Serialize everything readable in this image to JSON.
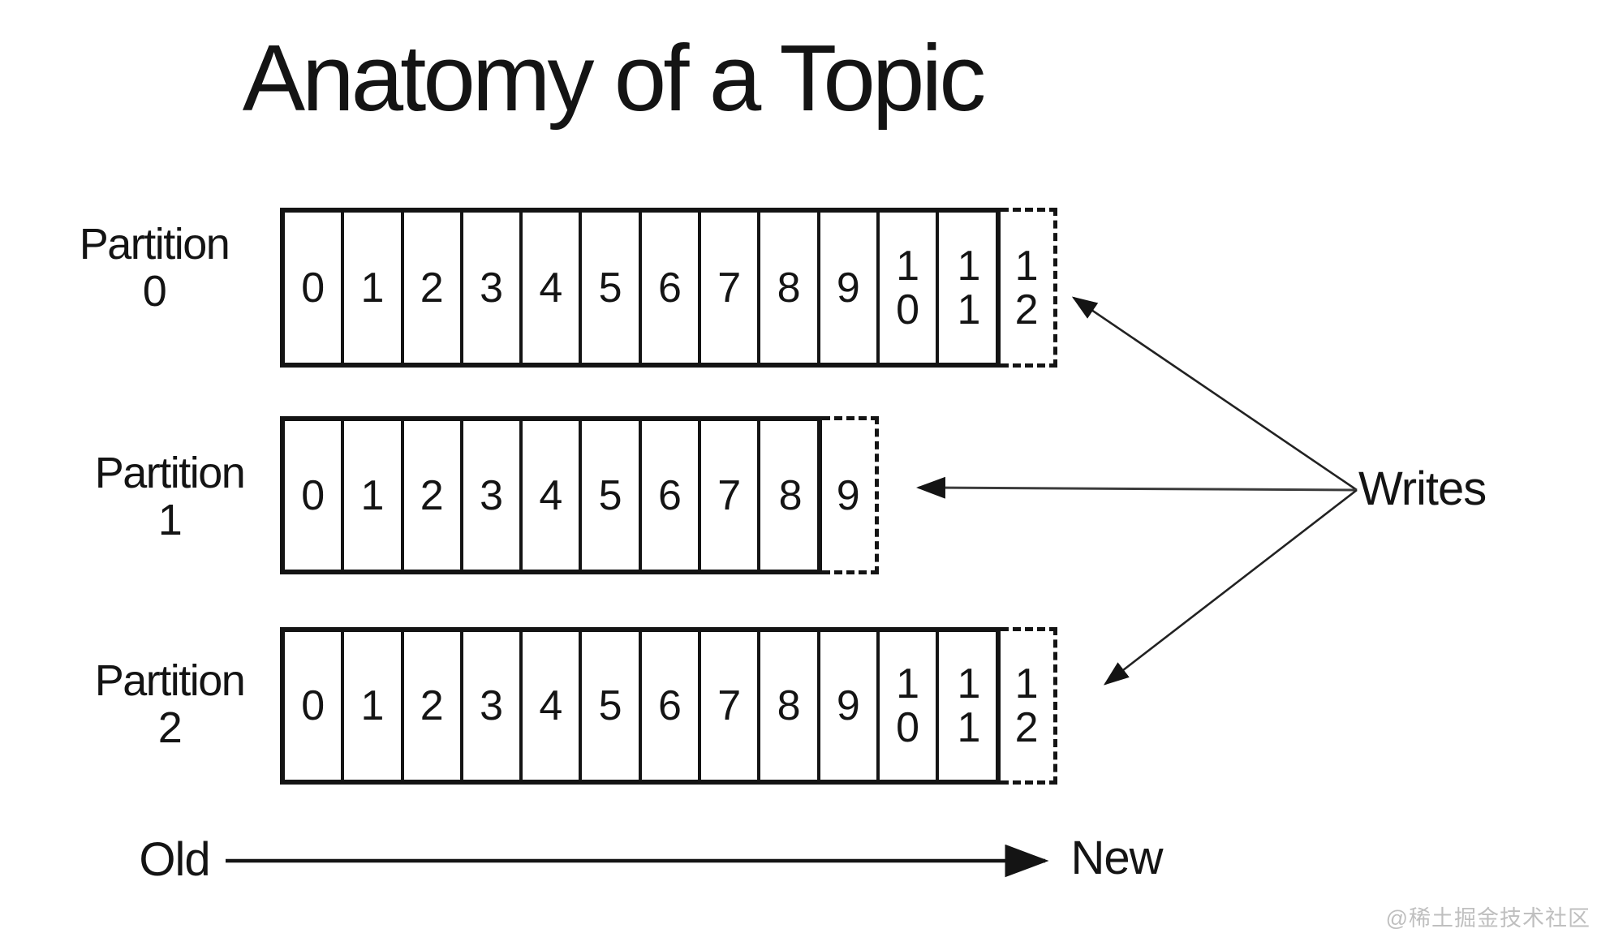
{
  "title": "Anatomy of a Topic",
  "writes": {
    "label": "Writes"
  },
  "timeline": {
    "old_label": "Old",
    "new_label": "New"
  },
  "watermark": "@稀土掘金技术社区",
  "colors": {
    "ink": "#141414",
    "background": "#ffffff",
    "middle_arrow": "#3c3c3c",
    "watermark": "#bfbfbf"
  },
  "partitions": [
    {
      "name": "Partition",
      "number": "0",
      "cells": [
        "0",
        "1",
        "2",
        "3",
        "4",
        "5",
        "6",
        "7",
        "8",
        "9",
        "10",
        "11"
      ],
      "next_cell": "12"
    },
    {
      "name": "Partition",
      "number": "1",
      "cells": [
        "0",
        "1",
        "2",
        "3",
        "4",
        "5",
        "6",
        "7",
        "8"
      ],
      "next_cell": "9"
    },
    {
      "name": "Partition",
      "number": "2",
      "cells": [
        "0",
        "1",
        "2",
        "3",
        "4",
        "5",
        "6",
        "7",
        "8",
        "9",
        "10",
        "11"
      ],
      "next_cell": "12"
    }
  ]
}
